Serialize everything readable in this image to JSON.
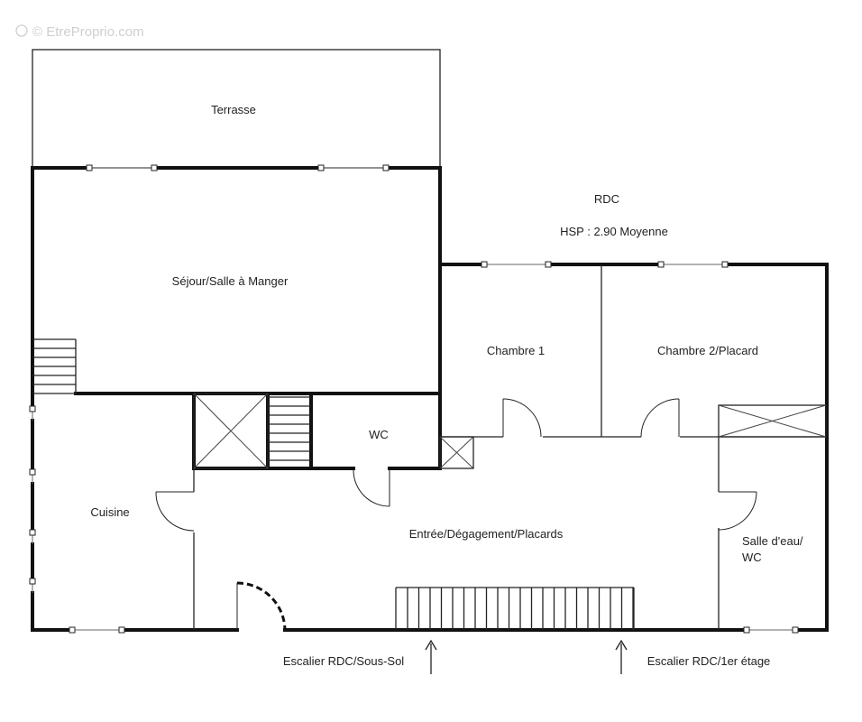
{
  "watermark": "© EtreProprio.com",
  "level": {
    "title": "RDC",
    "ceiling_height": "HSP : 2.90 Moyenne"
  },
  "rooms": {
    "terrace": "Terrasse",
    "living": "Séjour/Salle à Manger",
    "bedroom1": "Chambre 1",
    "bedroom2": "Chambre 2/Placard",
    "wc": "WC",
    "kitchen": "Cuisine",
    "hall": "Entrée/Dégagement/Placards",
    "shower_line1": "Salle d'eau/",
    "shower_line2": "WC"
  },
  "stairs": {
    "down": "Escalier RDC/Sous-Sol",
    "up": "Escalier RDC/1er étage"
  }
}
